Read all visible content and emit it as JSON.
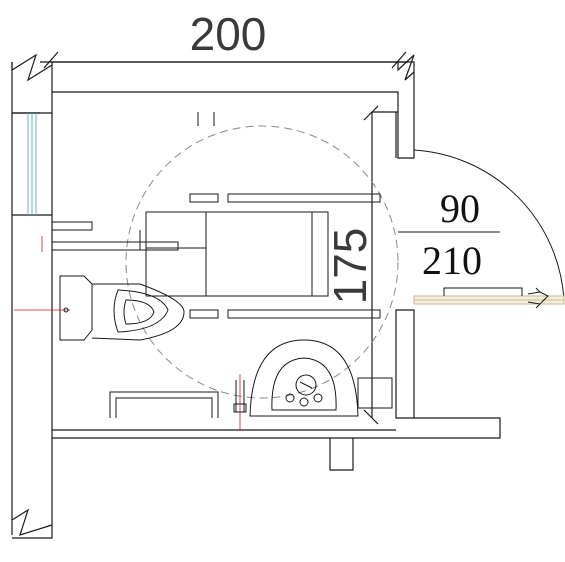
{
  "dimensions": {
    "room_width": "200",
    "room_depth": "175",
    "door_width": "90",
    "door_height": "210"
  },
  "colors": {
    "line": "#1a1a1a",
    "dashed_circle": "#8a8a8a",
    "red_axis": "#d01818",
    "glass": "#5fb3c8",
    "door_panel": "#c8b88a"
  }
}
